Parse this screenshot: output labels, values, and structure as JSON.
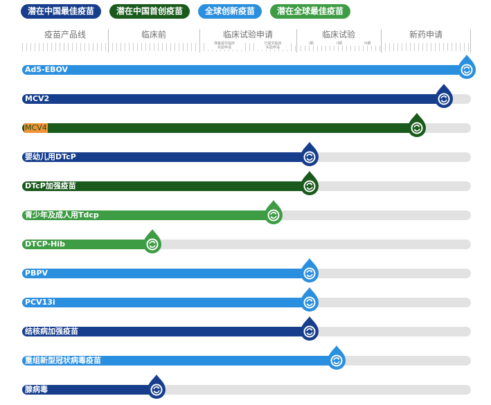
{
  "legend": [
    {
      "label": "潜在中国最佳疫苗",
      "color": "#173e8c"
    },
    {
      "label": "潜在中国首创疫苗",
      "color": "#1a5a1c"
    },
    {
      "label": "全球创新疫苗",
      "color": "#2b8fdf"
    },
    {
      "label": "潜在全球最佳疫苗",
      "color": "#3e9c44"
    }
  ],
  "stages": [
    {
      "title": "疫苗产品线",
      "subs": []
    },
    {
      "title": "临床前",
      "subs": []
    },
    {
      "title": "临床试验申请",
      "subs": [
        "准备提交临床\n实验申请",
        "已提交临床\n实验申请"
      ]
    },
    {
      "title": "临床试验",
      "subs": [
        "I期",
        "II期",
        "III期"
      ]
    },
    {
      "title": "新药申请",
      "subs": []
    }
  ],
  "products": [
    {
      "name": "Ad5-EBOV",
      "color": "#2b8fdf",
      "progress": 1.0,
      "highlight": false
    },
    {
      "name": "MCV2",
      "color": "#173e8c",
      "progress": 0.94,
      "highlight": false
    },
    {
      "name": "MCV4",
      "color": "#1a5a1c",
      "progress": 0.88,
      "highlight": true
    },
    {
      "name": "婴幼儿用DTcP",
      "color": "#173e8c",
      "progress": 0.64,
      "highlight": false
    },
    {
      "name": "DTcP加强疫苗",
      "color": "#1a5a1c",
      "progress": 0.64,
      "highlight": false
    },
    {
      "name": "青少年及成人用Tdcp",
      "color": "#3e9c44",
      "progress": 0.56,
      "highlight": false
    },
    {
      "name": "DTCP-Hib",
      "color": "#3e9c44",
      "progress": 0.29,
      "highlight": false
    },
    {
      "name": "PBPV",
      "color": "#2b8fdf",
      "progress": 0.64,
      "highlight": false
    },
    {
      "name": "PCV13i",
      "color": "#2b8fdf",
      "progress": 0.64,
      "highlight": false
    },
    {
      "name": "结核病加强疫苗",
      "color": "#173e8c",
      "progress": 0.64,
      "highlight": false
    },
    {
      "name": "重组新型冠状病毒疫苗",
      "color": "#2b8fdf",
      "progress": 0.7,
      "highlight": false
    },
    {
      "name": "腺病毒",
      "color": "#173e8c",
      "progress": 0.3,
      "highlight": false
    }
  ],
  "icons": {
    "marker": "refresh-icon"
  }
}
